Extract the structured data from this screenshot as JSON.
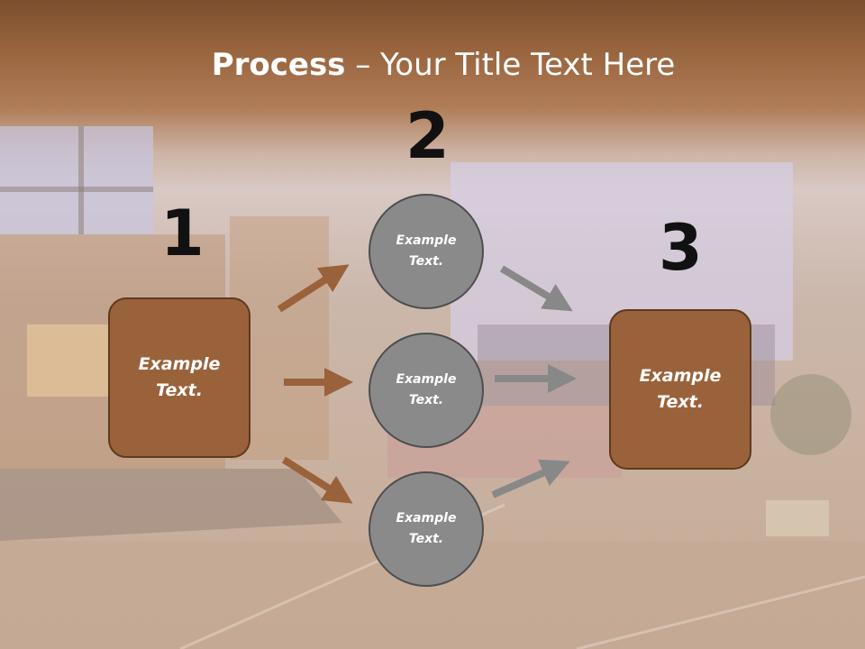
{
  "title": {
    "bold": "Process",
    "rest": " – Your Title Text Here"
  },
  "steps": {
    "one": "1",
    "two": "2",
    "three": "3"
  },
  "left_box": {
    "line1": "Example",
    "line2": "Text."
  },
  "right_box": {
    "line1": "Example",
    "line2": "Text."
  },
  "circles": [
    {
      "line1": "Example",
      "line2": "Text."
    },
    {
      "line1": "Example",
      "line2": "Text."
    },
    {
      "line1": "Example",
      "line2": "Text."
    }
  ],
  "colors": {
    "box": "#9a623a",
    "circle": "#8a8a8a",
    "arrow_brown": "#9a623a",
    "arrow_gray": "#888888"
  }
}
